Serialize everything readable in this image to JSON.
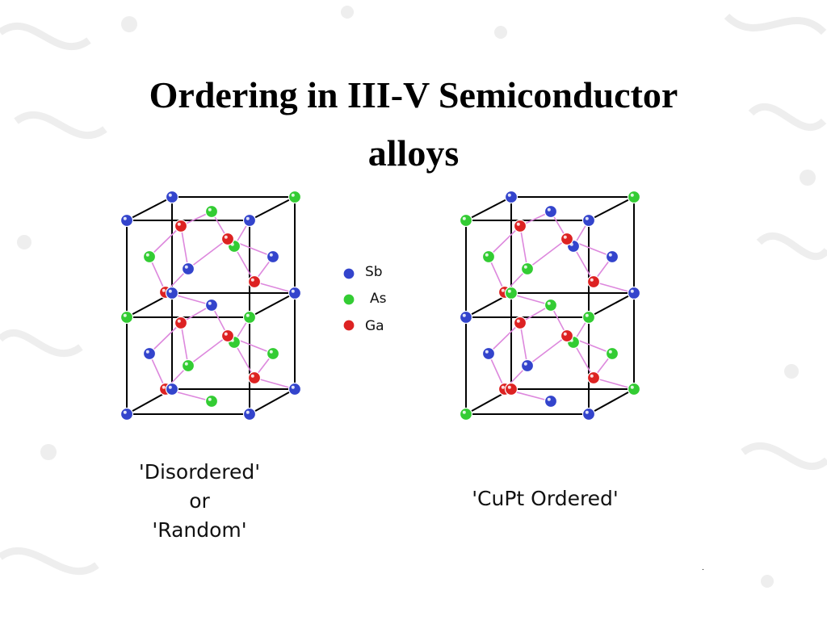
{
  "slide": {
    "title_line1": "Ordering in III-V Semiconductor",
    "title_line2": "alloys"
  },
  "legend": [
    {
      "label": "Sb",
      "color": "#3344cc"
    },
    {
      "label": "As",
      "color": "#33cc33"
    },
    {
      "label": "Ga",
      "color": "#dd2222"
    }
  ],
  "captions": {
    "left_line1": "'Disordered'",
    "left_line2": "or",
    "left_line3": "'Random'",
    "right": "'CuPt Ordered'"
  },
  "footnote": ".",
  "colors": {
    "Sb": "#3344cc",
    "As": "#33cc33",
    "Ga": "#dd2222",
    "bond": "#dd88dd",
    "frame": "#000000"
  }
}
